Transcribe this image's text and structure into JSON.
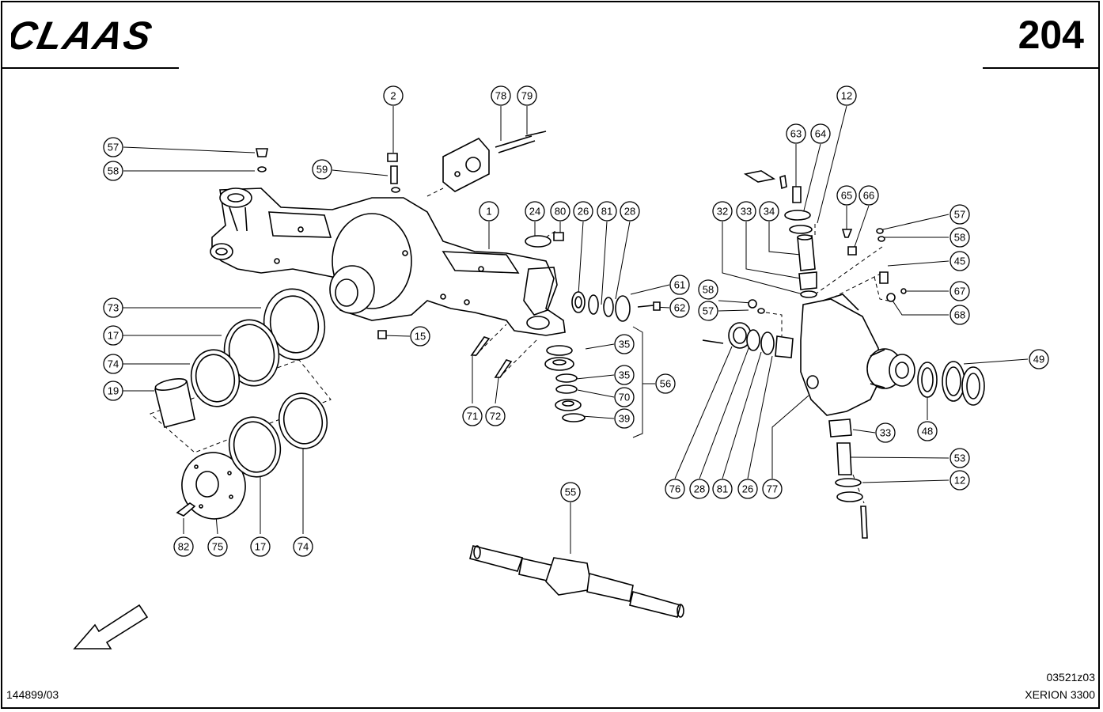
{
  "header": {
    "brand": "CLAAS",
    "page_number": "204"
  },
  "footer": {
    "document_number": "144899/03",
    "drawing_code": "03521z03",
    "model": "XERION 3300"
  },
  "callouts": {
    "c1": "1",
    "c2": "2",
    "c12a": "12",
    "c12b": "12",
    "c15": "15",
    "c17a": "17",
    "c17b": "17",
    "c19": "19",
    "c24": "24",
    "c26a": "26",
    "c26b": "26",
    "c28a": "28",
    "c28b": "28",
    "c32": "32",
    "c33a": "33",
    "c33b": "33",
    "c34": "34",
    "c35a": "35",
    "c35b": "35",
    "c39": "39",
    "c45": "45",
    "c48": "48",
    "c49": "49",
    "c53": "53",
    "c55": "55",
    "c56": "56",
    "c57a": "57",
    "c57b": "57",
    "c57c": "57",
    "c58a": "58",
    "c58b": "58",
    "c58c": "58",
    "c59": "59",
    "c61": "61",
    "c62": "62",
    "c63": "63",
    "c64": "64",
    "c65": "65",
    "c66": "66",
    "c67": "67",
    "c68": "68",
    "c70": "70",
    "c71": "71",
    "c72": "72",
    "c73": "73",
    "c74a": "74",
    "c74b": "74",
    "c75": "75",
    "c76": "76",
    "c77": "77",
    "c78": "78",
    "c79": "79",
    "c80": "80",
    "c81a": "81",
    "c81b": "81",
    "c82": "82"
  }
}
